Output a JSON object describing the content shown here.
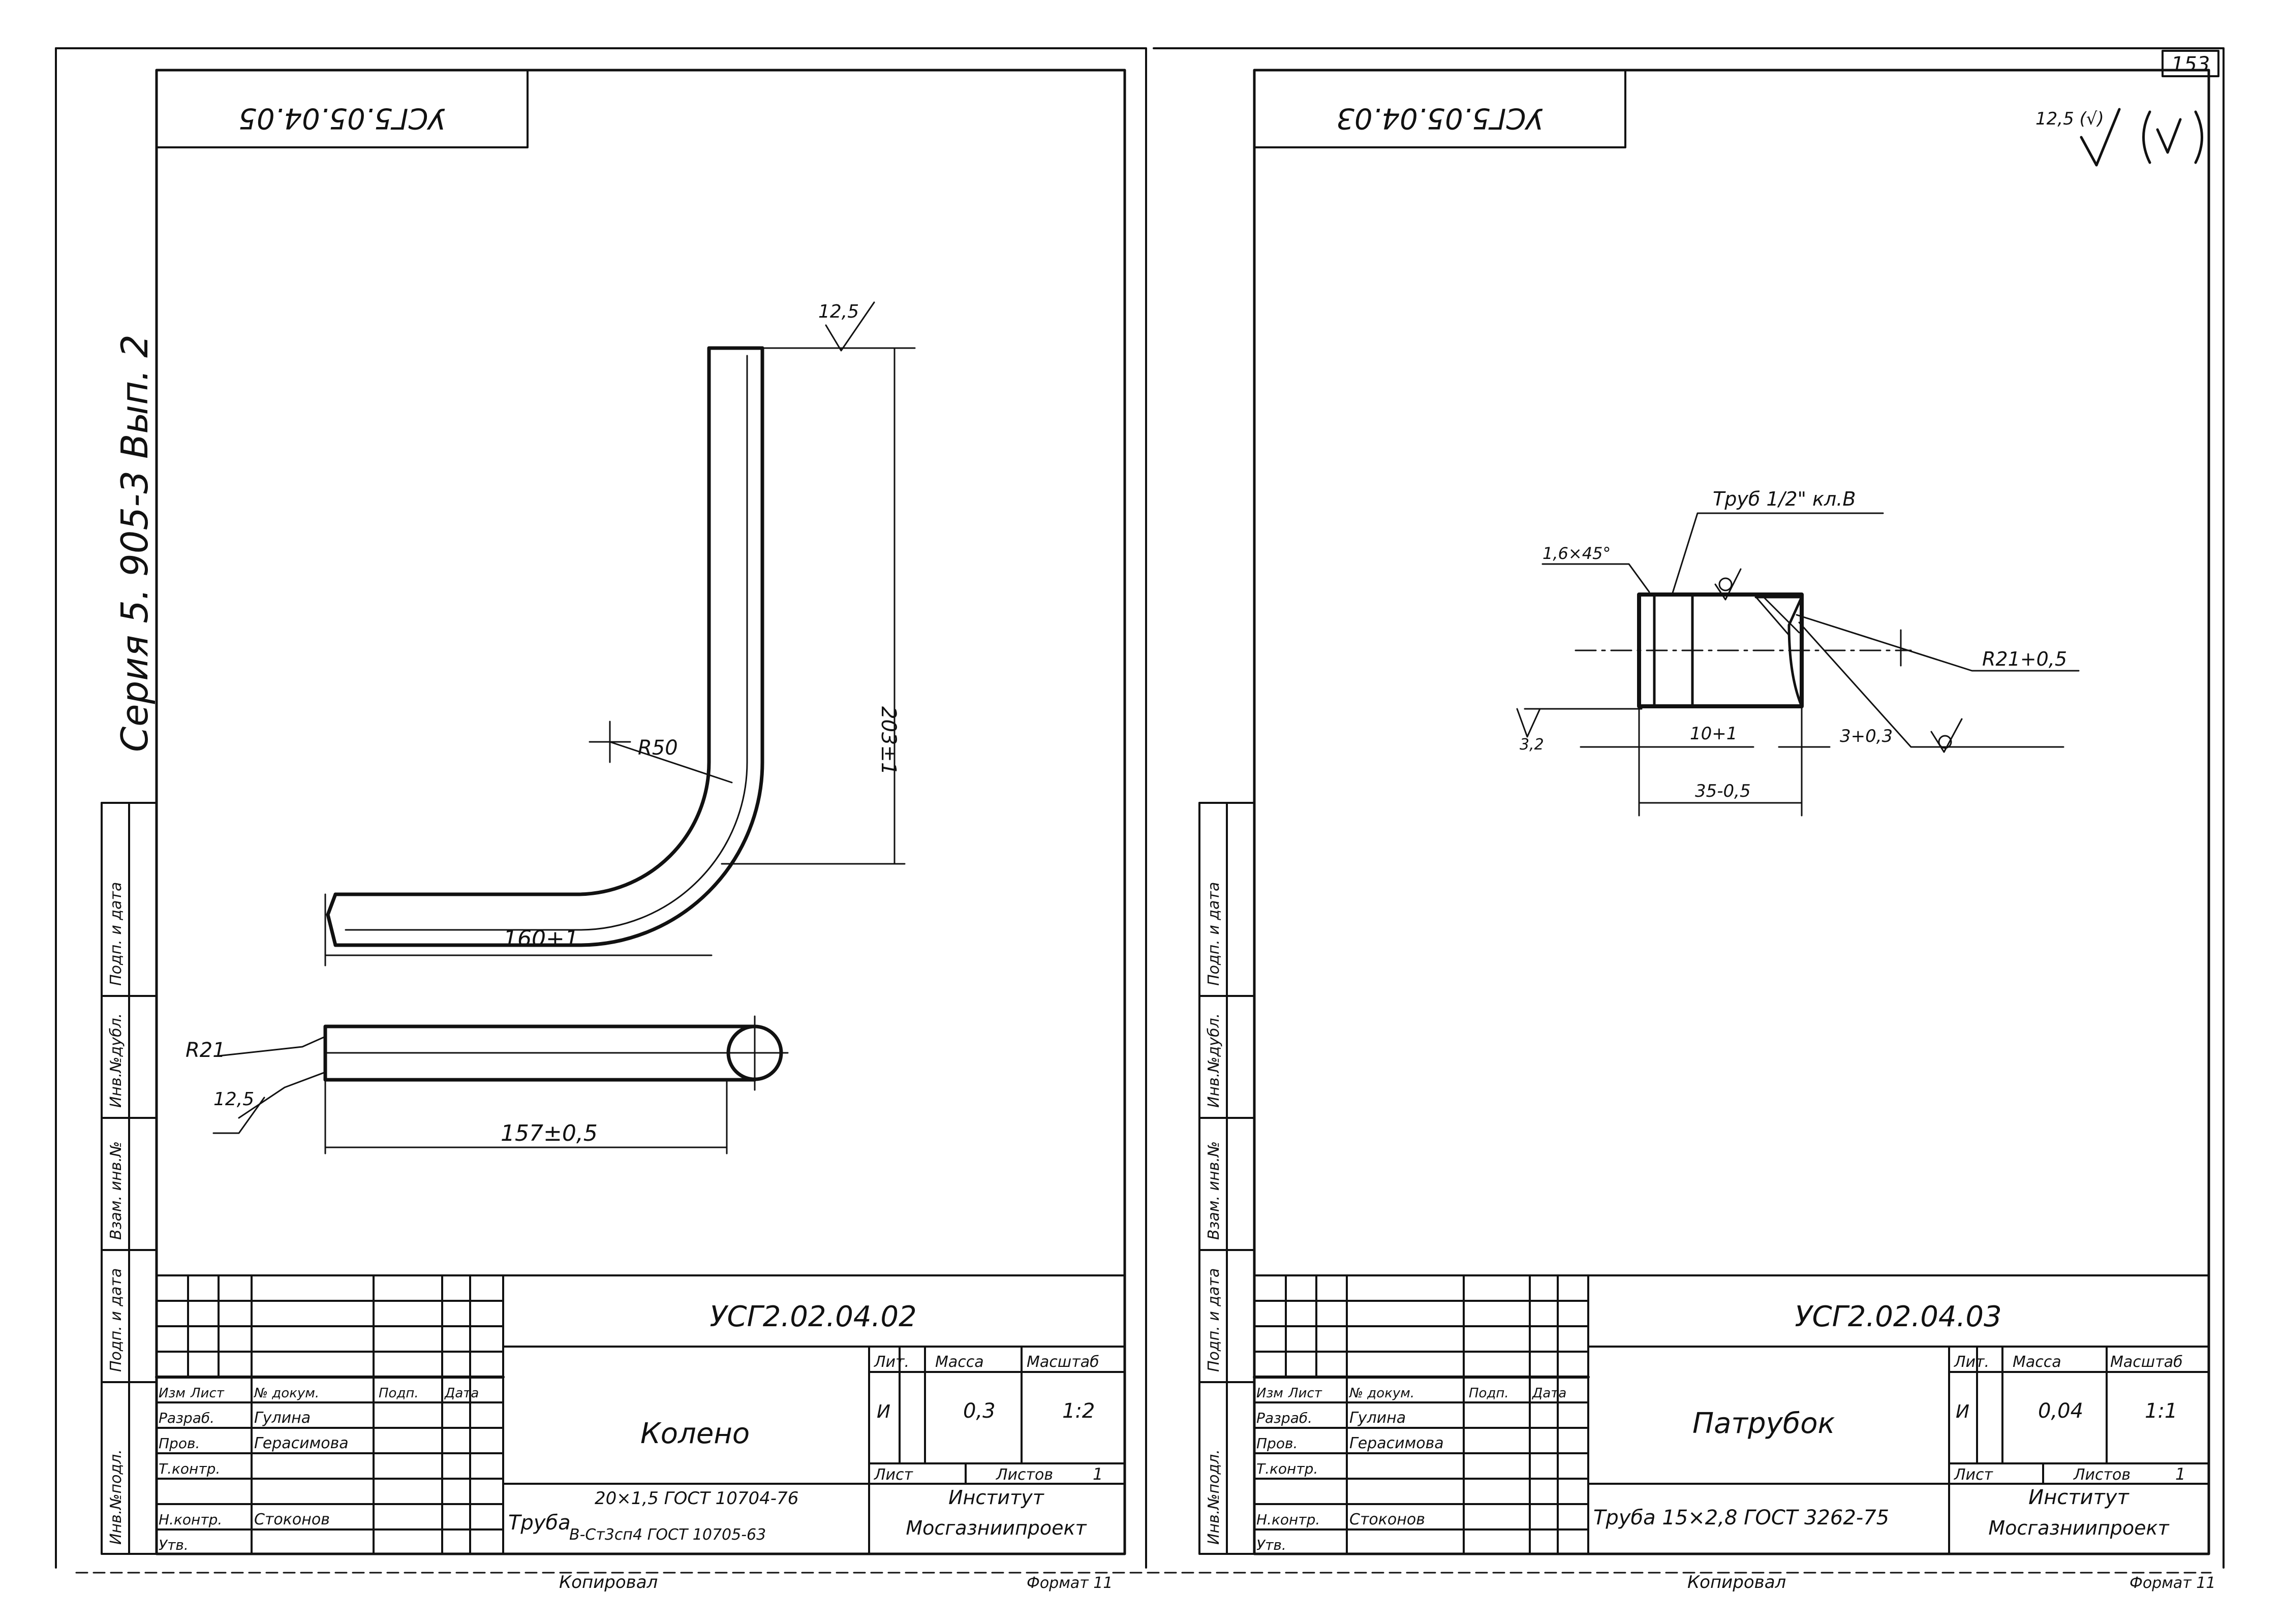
{
  "page_number": "153",
  "series_label": "Серия 5. 905-3 Вып. 2",
  "footer": {
    "left_copy": "Копировал",
    "left_format": "Формат 11",
    "right_copy": "Копировал",
    "right_format": "Формат 11"
  },
  "side_stamp": {
    "labels": [
      "Инв.№подл.",
      "Подп. и дата",
      "Взам. инв.№",
      "Инв.№дубл.",
      "Подп. и дата"
    ]
  },
  "left_sheet": {
    "corner_code": "УСГ5.05.04.05",
    "dims": {
      "height": "203±1",
      "bend_radius": "R50",
      "length": "160+1",
      "roughness_top": "12,5",
      "end_radius": "R21",
      "roughness_end": "12,5",
      "tube_length": "157±0,5"
    },
    "title_block": {
      "code": "УСГ2.02.04.02",
      "name": "Колено",
      "col_headers": [
        "Изм",
        "Лист",
        "№ докум.",
        "Подп.",
        "Дата"
      ],
      "roles": [
        "Разраб.",
        "Пров.",
        "Т.контр.",
        "Н.контр.",
        "Утв."
      ],
      "people": [
        "Гулина",
        "Герасимова",
        "",
        "Стоконов",
        ""
      ],
      "lit_label": "Лит.",
      "mass_label": "Масса",
      "scale_label": "Масштаб",
      "lit": "И",
      "mass": "0,3",
      "scale": "1:2",
      "sheet_label": "Лист",
      "sheets_label": "Листов",
      "sheets": "1",
      "material_word": "Труба",
      "material_line1": "20×1,5 ГОСТ 10704-76",
      "material_line2": "В-Ст3сп4 ГОСТ 10705-63",
      "org_line1": "Институт",
      "org_line2": "Мосгазниипроект"
    }
  },
  "right_sheet": {
    "corner_code": "УСГ5.05.04.03",
    "roughness_general": "12,5 (√)",
    "dims": {
      "thread": "Труб 1/2\" кл.В",
      "chamfer": "1,6×45°",
      "radius": "R21+0,5",
      "roughness_face": "3,2",
      "len_small": "10+1",
      "len_groove": "3+0,3",
      "len_total": "35-0,5"
    },
    "title_block": {
      "code": "УСГ2.02.04.03",
      "name": "Патрубок",
      "col_headers": [
        "Изм",
        "Лист",
        "№ докум.",
        "Подп.",
        "Дата"
      ],
      "roles": [
        "Разраб.",
        "Пров.",
        "Т.контр.",
        "Н.контр.",
        "Утв."
      ],
      "people": [
        "Гулина",
        "Герасимова",
        "",
        "Стоконов",
        ""
      ],
      "lit_label": "Лит.",
      "mass_label": "Масса",
      "scale_label": "Масштаб",
      "lit": "И",
      "mass": "0,04",
      "scale": "1:1",
      "sheet_label": "Лист",
      "sheets_label": "Листов",
      "sheets": "1",
      "material": "Труба 15×2,8 ГОСТ 3262-75",
      "org_line1": "Институт",
      "org_line2": "Мосгазниипроект"
    }
  }
}
